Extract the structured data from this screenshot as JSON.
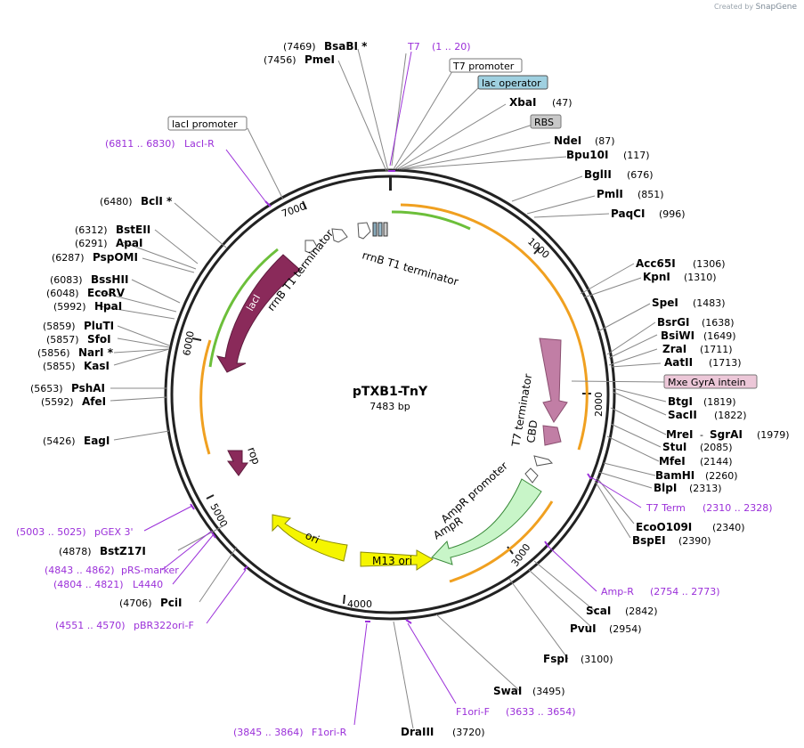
{
  "watermark": {
    "prefix": "Created by",
    "brand": "SnapGene"
  },
  "plasmid": {
    "name": "pTXB1-TnY",
    "length_label": "7483 bp",
    "length": 7483
  },
  "colors": {
    "backbone": "#222222",
    "primer": "#9b30d9",
    "orange": "#f0a020",
    "green": "#6cbf3a",
    "purple_dark": "#8a2a5a",
    "yellow": "#f5f500",
    "mauve": "#c17ea5",
    "mint": "#c8f5c8"
  },
  "ticks": [
    "1000",
    "2000",
    "3000",
    "4000",
    "5000",
    "6000",
    "7000"
  ],
  "sites": [
    {
      "name": "BsaBI *",
      "pos": "(7469)",
      "side": "left"
    },
    {
      "name": "PmeI",
      "pos": "(7456)",
      "side": "left"
    },
    {
      "name": "XbaI",
      "pos": "(47)",
      "side": "right"
    },
    {
      "name": "NdeI",
      "pos": "(87)",
      "side": "right"
    },
    {
      "name": "Bpu10I",
      "pos": "(117)",
      "side": "right"
    },
    {
      "name": "BglII",
      "pos": "(676)",
      "side": "right"
    },
    {
      "name": "PmlI",
      "pos": "(851)",
      "side": "right"
    },
    {
      "name": "PaqCI",
      "pos": "(996)",
      "side": "right"
    },
    {
      "name": "Acc65I",
      "pos": "(1306)",
      "side": "right"
    },
    {
      "name": "KpnI",
      "pos": "(1310)",
      "side": "right"
    },
    {
      "name": "SpeI",
      "pos": "(1483)",
      "side": "right"
    },
    {
      "name": "BsrGI",
      "pos": "(1638)",
      "side": "right"
    },
    {
      "name": "BsiWI",
      "pos": "(1649)",
      "side": "right"
    },
    {
      "name": "ZraI",
      "pos": "(1711)",
      "side": "right"
    },
    {
      "name": "AatII",
      "pos": "(1713)",
      "side": "right"
    },
    {
      "name": "BtgI",
      "pos": "(1819)",
      "side": "right"
    },
    {
      "name": "SacII",
      "pos": "(1822)",
      "side": "right"
    },
    {
      "name": "MreI",
      "pos": "",
      "side": "right"
    },
    {
      "name": "SgrAI",
      "pos": "(1979)",
      "side": "right"
    },
    {
      "name": "StuI",
      "pos": "(2085)",
      "side": "right"
    },
    {
      "name": "MfeI",
      "pos": "(2144)",
      "side": "right"
    },
    {
      "name": "BamHI",
      "pos": "(2260)",
      "side": "right"
    },
    {
      "name": "BlpI",
      "pos": "(2313)",
      "side": "right"
    },
    {
      "name": "EcoO109I",
      "pos": "(2340)",
      "side": "right"
    },
    {
      "name": "BspEI",
      "pos": "(2390)",
      "side": "right"
    },
    {
      "name": "ScaI",
      "pos": "(2842)",
      "side": "right"
    },
    {
      "name": "PvuI",
      "pos": "(2954)",
      "side": "right"
    },
    {
      "name": "FspI",
      "pos": "(3100)",
      "side": "right"
    },
    {
      "name": "SwaI",
      "pos": "(3495)",
      "side": "right"
    },
    {
      "name": "DraIII",
      "pos": "(3720)",
      "side": "right"
    },
    {
      "name": "PciI",
      "pos": "(4706)",
      "side": "left"
    },
    {
      "name": "BstZ17I",
      "pos": "(4878)",
      "side": "left"
    },
    {
      "name": "EagI",
      "pos": "(5426)",
      "side": "left"
    },
    {
      "name": "AfeI",
      "pos": "(5592)",
      "side": "left"
    },
    {
      "name": "PshAI",
      "pos": "(5653)",
      "side": "left"
    },
    {
      "name": "KasI",
      "pos": "(5855)",
      "side": "left"
    },
    {
      "name": "NarI *",
      "pos": "(5856)",
      "side": "left"
    },
    {
      "name": "SfoI",
      "pos": "(5857)",
      "side": "left"
    },
    {
      "name": "PluTI",
      "pos": "(5859)",
      "side": "left"
    },
    {
      "name": "HpaI",
      "pos": "(5992)",
      "side": "left"
    },
    {
      "name": "EcoRV",
      "pos": "(6048)",
      "side": "left"
    },
    {
      "name": "BssHII",
      "pos": "(6083)",
      "side": "left"
    },
    {
      "name": "PspOMI",
      "pos": "(6287)",
      "side": "left"
    },
    {
      "name": "ApaI",
      "pos": "(6291)",
      "side": "left"
    },
    {
      "name": "BstEII",
      "pos": "(6312)",
      "side": "left"
    },
    {
      "name": "BclI *",
      "pos": "(6480)",
      "side": "left"
    }
  ],
  "primers": [
    {
      "name": "T7",
      "range": "(1 .. 20)"
    },
    {
      "name": "LacI-R",
      "range": "(6811 .. 6830)"
    },
    {
      "name": "T7 Term",
      "range": "(2310 .. 2328)"
    },
    {
      "name": "Amp-R",
      "range": "(2754 .. 2773)"
    },
    {
      "name": "F1ori-F",
      "range": "(3633 .. 3654)"
    },
    {
      "name": "F1ori-R",
      "range": "(3845 .. 3864)"
    },
    {
      "name": "pBR322ori-F",
      "range": "(4551 .. 4570)"
    },
    {
      "name": "L4440",
      "range": "(4804 .. 4821)"
    },
    {
      "name": "pRS-marker",
      "range": "(4843 .. 4862)"
    },
    {
      "name": "pGEX 3'",
      "range": "(5003 .. 5025)"
    }
  ],
  "boxed_features": [
    {
      "name": "T7 promoter",
      "style": "white"
    },
    {
      "name": "lac operator",
      "style": "blue"
    },
    {
      "name": "RBS",
      "style": "gray"
    },
    {
      "name": "lacI promoter",
      "style": "white"
    },
    {
      "name": "Mxe GyrA intein",
      "style": "pink"
    }
  ],
  "features": [
    {
      "name": "lacI"
    },
    {
      "name": "rrnB T1 terminator"
    },
    {
      "name": "rrnB T1 terminator"
    },
    {
      "name": "rop"
    },
    {
      "name": "ori"
    },
    {
      "name": "M13 ori"
    },
    {
      "name": "AmpR"
    },
    {
      "name": "AmpR promoter"
    },
    {
      "name": "CBD"
    },
    {
      "name": "T7 terminator"
    }
  ]
}
